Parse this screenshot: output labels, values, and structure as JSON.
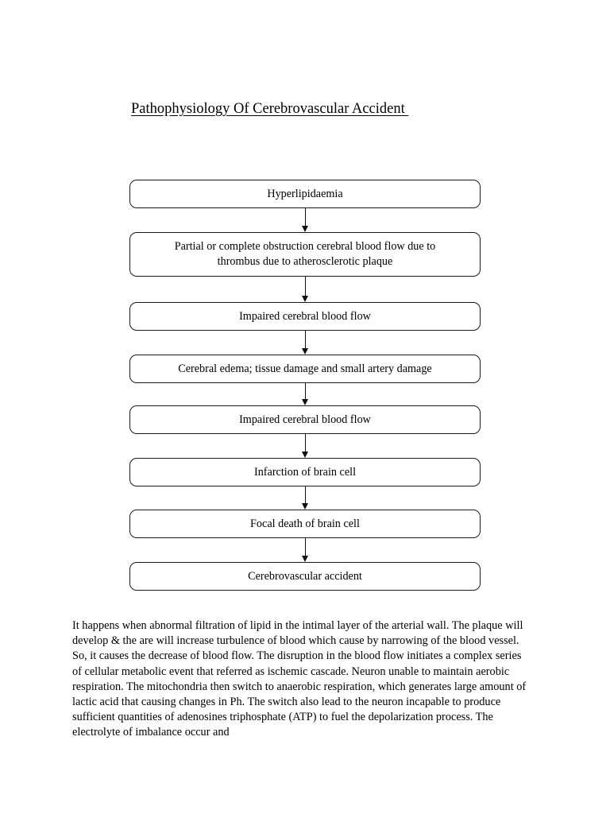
{
  "document": {
    "title": "Pathophysiology Of Cerebrovascular Accident ",
    "background_color": "#ffffff",
    "text_color": "#000000",
    "border_color": "#1a1a1a"
  },
  "flowchart": {
    "orientation": "top-to-bottom",
    "connector": "arrow-down",
    "nodes": [
      {
        "label": "Hyperlipidaemia"
      },
      {
        "label": "Partial or complete obstruction cerebral blood flow due to\nthrombus due to atherosclerotic plaque"
      },
      {
        "label": "Impaired cerebral blood flow"
      },
      {
        "label": "Cerebral edema; tissue damage and small artery damage"
      },
      {
        "label": "Impaired cerebral blood flow"
      },
      {
        "label": "Infarction of brain cell"
      },
      {
        "label": "Focal death of brain cell"
      },
      {
        "label": "Cerebrovascular accident"
      }
    ]
  },
  "body": {
    "paragraph": "It happens when abnormal filtration of lipid in the intimal layer of the arterial wall. The plaque will develop & the are will increase turbulence of blood which cause by narrowing of the blood vessel. So, it causes the decrease of blood flow. The disruption in the blood flow initiates a complex series of cellular metabolic event that referred as ischemic cascade. Neuron unable to maintain aerobic respiration. The mitochondria then switch to anaerobic respiration, which generates large amount of lactic acid that causing changes in Ph. The switch also lead to the neuron incapable to produce sufficient quantities of adenosines triphosphate (ATP) to fuel the depolarization process. The electrolyte of imbalance occur and"
  }
}
